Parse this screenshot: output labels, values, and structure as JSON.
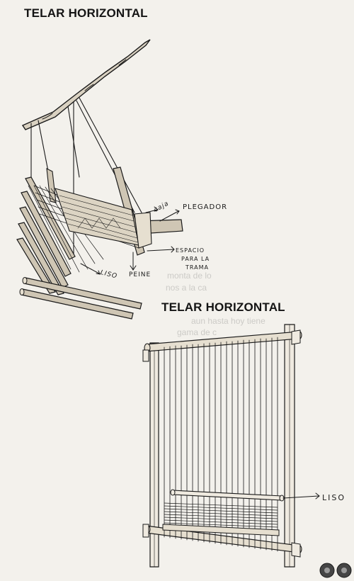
{
  "titles": {
    "top": "TELAR HORIZONTAL",
    "bottom": "TELAR HORIZONTAL"
  },
  "labels": {
    "plegador": "PLEGADOR",
    "caja": "caja",
    "espacio": "ESPACIO",
    "para": "PARA LA",
    "trama": "TRAMA",
    "peine": "PEINE",
    "liso_top": "LISO",
    "liso_bottom": "LISO"
  },
  "bleed_through_text": {
    "line1": "monta de lo",
    "line2": "nos a la ca",
    "line3": "aun hasta hoy tiene",
    "line4": "gama de c"
  },
  "decor": {
    "page_badge_icon": "camera-lens-icon"
  },
  "colors": {
    "ink": "#1a1a1a",
    "paper": "#f3f1ec",
    "wood": "#cfc6b4"
  }
}
